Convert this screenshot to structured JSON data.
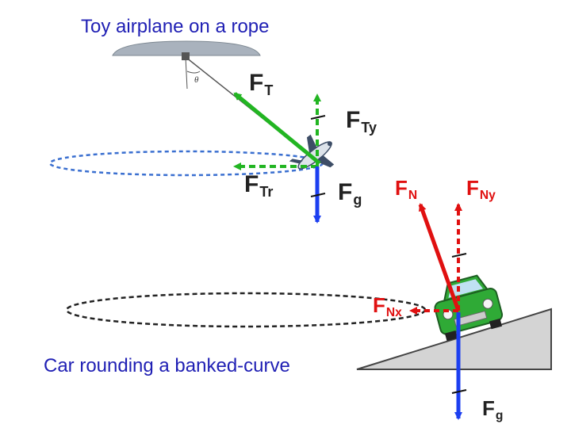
{
  "captions": {
    "top": "Toy airplane on a rope",
    "bottom": "Car rounding a banked-curve"
  },
  "angle_symbol": "θ",
  "forces": {
    "airplane": {
      "tension": {
        "base": "F",
        "sub": "T"
      },
      "tension_y": {
        "base": "F",
        "sub": "Ty"
      },
      "tension_radial": {
        "base": "F",
        "sub": "Tr"
      },
      "gravity": {
        "base": "F",
        "sub": "g"
      }
    },
    "car": {
      "normal": {
        "base": "F",
        "sub": "N"
      },
      "normal_y": {
        "base": "F",
        "sub": "Ny"
      },
      "normal_x": {
        "base": "F",
        "sub": "Nx"
      },
      "gravity": {
        "base": "F",
        "sub": "g"
      }
    }
  },
  "colors": {
    "caption": "#1f1fb4",
    "tension": "#22b522",
    "gravity": "#1c3ff0",
    "normal": "#e01010",
    "orbit_plane": "#3a6fd0",
    "orbit_car": "#222222",
    "ramp": "#d4d4d4"
  }
}
